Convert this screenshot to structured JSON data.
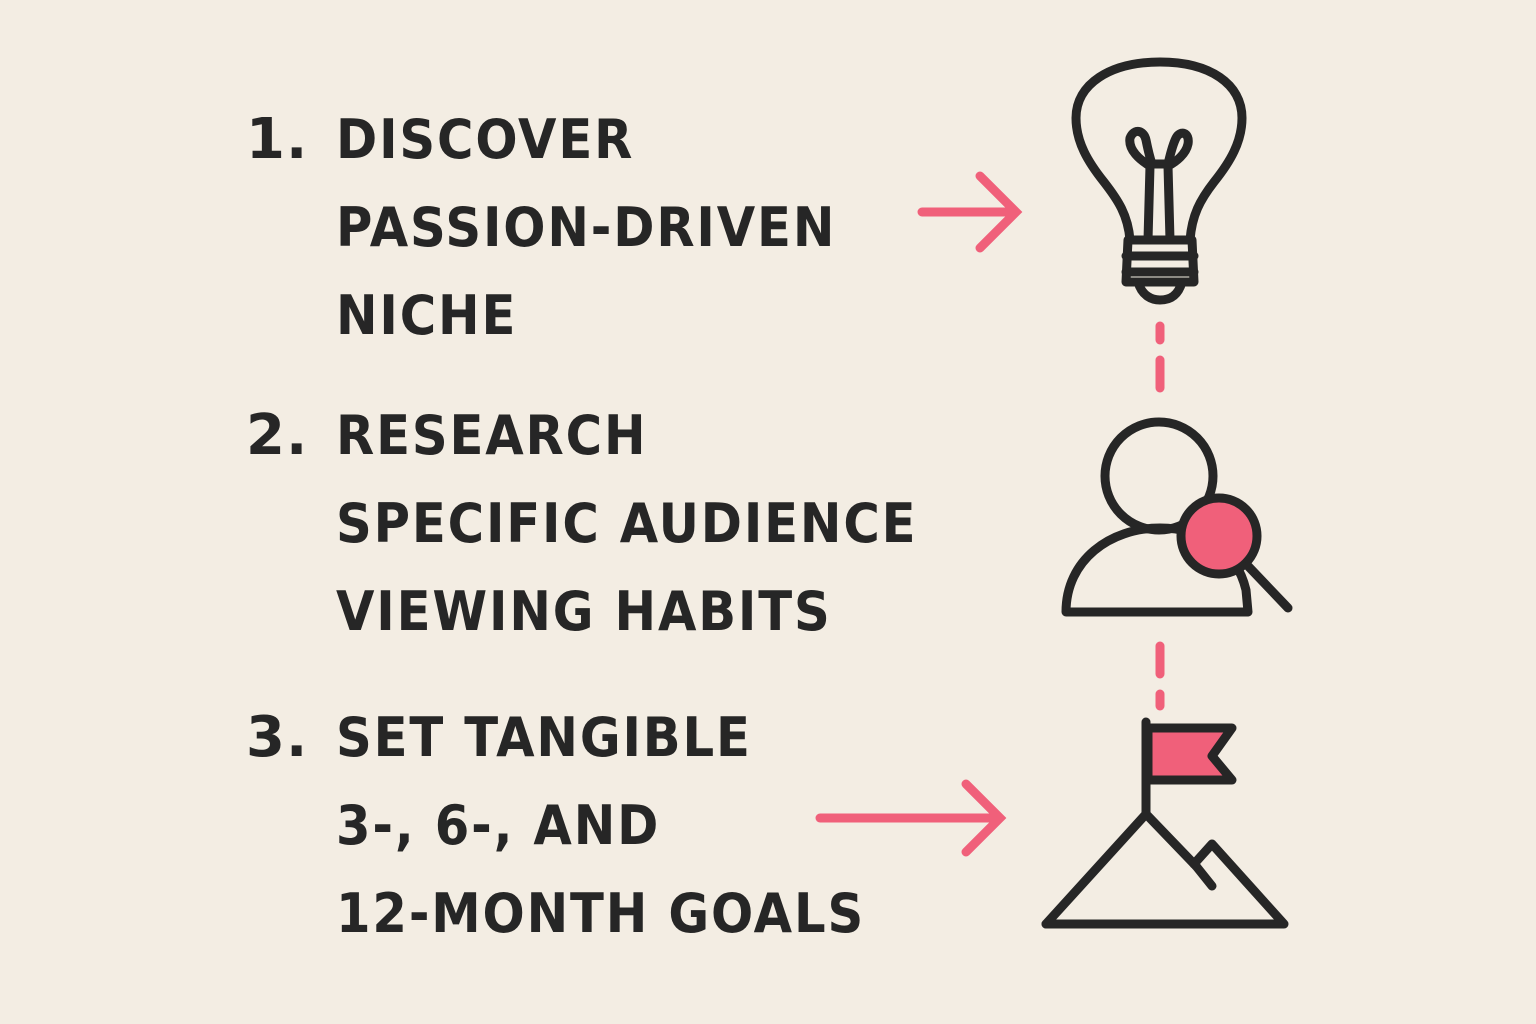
{
  "steps": [
    {
      "number": "1.",
      "lines": [
        "DISCOVER",
        "PASSION-DRIVEN",
        "NICHE"
      ],
      "icon": "lightbulb-icon"
    },
    {
      "number": "2.",
      "lines": [
        "RESEARCH",
        "SPECIFIC AUDIENCE",
        "VIEWING HABITS"
      ],
      "icon": "user-search-icon"
    },
    {
      "number": "3.",
      "lines": [
        "SET TANGIBLE",
        "3-, 6-, AND",
        "12-MONTH GOALS"
      ],
      "icon": "mountain-flag-icon"
    }
  ],
  "colors": {
    "background": "#f3ede3",
    "ink": "#262626",
    "accent": "#f0607a"
  }
}
